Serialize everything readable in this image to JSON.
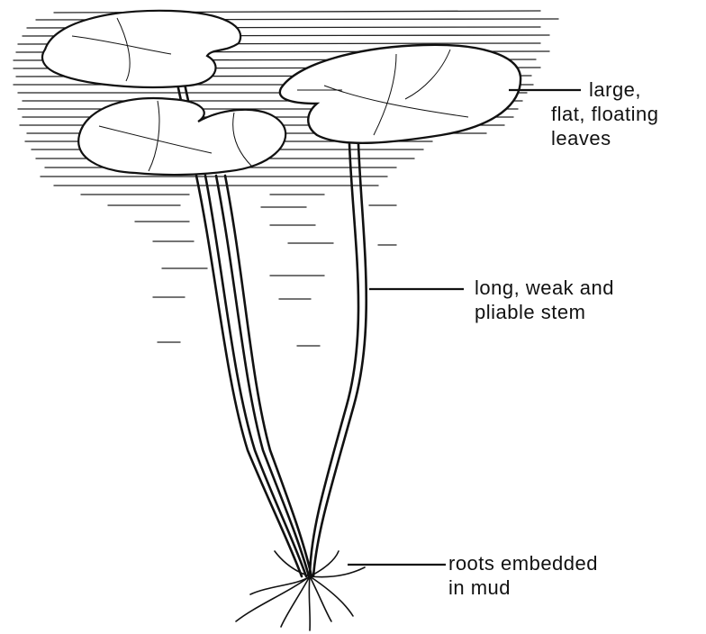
{
  "labels": {
    "leaves": {
      "line1": "large,",
      "line2": "flat, floating",
      "line3": "leaves"
    },
    "stem": {
      "line1": "long, weak and",
      "line2": "pliable stem"
    },
    "roots": {
      "line1": "roots embedded",
      "line2": "in mud"
    }
  },
  "colors": {
    "ink": "#111111",
    "background": "#ffffff"
  }
}
